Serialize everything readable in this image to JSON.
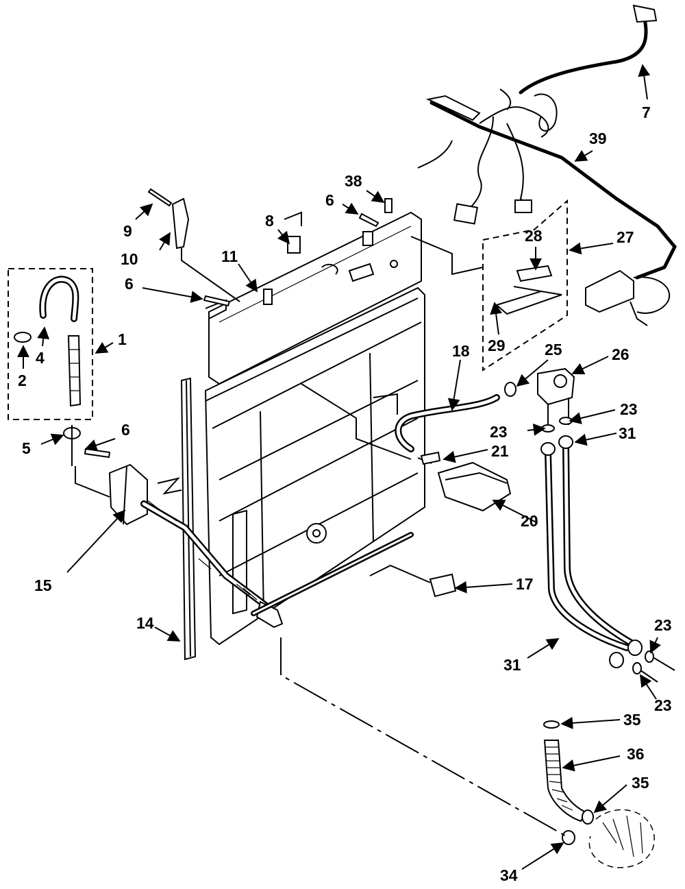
{
  "callouts": [
    {
      "id": "c1",
      "text": "1"
    },
    {
      "id": "c2",
      "text": "2"
    },
    {
      "id": "c4",
      "text": "4"
    },
    {
      "id": "c5",
      "text": "5"
    },
    {
      "id": "c6a",
      "text": "6"
    },
    {
      "id": "c6b",
      "text": "6"
    },
    {
      "id": "c6c",
      "text": "6"
    },
    {
      "id": "c7",
      "text": "7"
    },
    {
      "id": "c8",
      "text": "8"
    },
    {
      "id": "c9",
      "text": "9"
    },
    {
      "id": "c10",
      "text": "10"
    },
    {
      "id": "c11",
      "text": "11"
    },
    {
      "id": "c14",
      "text": "14"
    },
    {
      "id": "c15",
      "text": "15"
    },
    {
      "id": "c17",
      "text": "17"
    },
    {
      "id": "c18",
      "text": "18"
    },
    {
      "id": "c20",
      "text": "20"
    },
    {
      "id": "c21",
      "text": "21"
    },
    {
      "id": "c23a",
      "text": "23"
    },
    {
      "id": "c23b",
      "text": "23"
    },
    {
      "id": "c23c",
      "text": "23"
    },
    {
      "id": "c23d",
      "text": "23"
    },
    {
      "id": "c25",
      "text": "25"
    },
    {
      "id": "c26",
      "text": "26"
    },
    {
      "id": "c27",
      "text": "27"
    },
    {
      "id": "c28",
      "text": "28"
    },
    {
      "id": "c29",
      "text": "29"
    },
    {
      "id": "c31a",
      "text": "31"
    },
    {
      "id": "c31b",
      "text": "31"
    },
    {
      "id": "c34",
      "text": "34"
    },
    {
      "id": "c35a",
      "text": "35"
    },
    {
      "id": "c35b",
      "text": "35"
    },
    {
      "id": "c36",
      "text": "36"
    },
    {
      "id": "c38",
      "text": "38"
    },
    {
      "id": "c39",
      "text": "39"
    }
  ]
}
